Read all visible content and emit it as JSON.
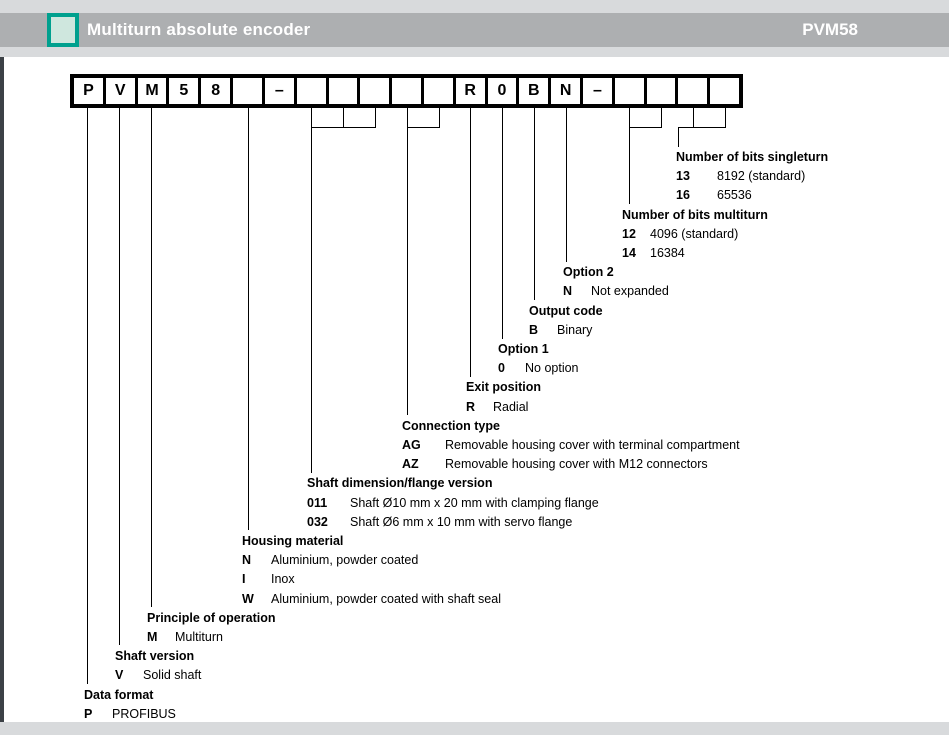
{
  "header": {
    "title": "Multiturn absolute encoder",
    "model": "PVM58",
    "icon": "teal-square-icon"
  },
  "colors": {
    "accent_teal": "#00a08e",
    "icon_fill": "#cfe7de",
    "header_bar": "#adafb1",
    "strip_gray": "#d8dadc",
    "edge_dark": "#3c4146"
  },
  "type_code": {
    "boxes": [
      "P",
      "V",
      "M",
      "5",
      "8",
      "",
      "–",
      "",
      "",
      "",
      "",
      "",
      "R",
      "0",
      "B",
      "N",
      "–",
      "",
      "",
      "",
      ""
    ]
  },
  "sections": [
    {
      "title": "Number of bits singleturn",
      "items": [
        {
          "code": "13",
          "desc": "8192 (standard)"
        },
        {
          "code": "16",
          "desc": "65536"
        }
      ]
    },
    {
      "title": "Number of bits multiturn",
      "items": [
        {
          "code": "12",
          "desc": "4096 (standard)"
        },
        {
          "code": "14",
          "desc": "16384"
        }
      ]
    },
    {
      "title": "Option 2",
      "items": [
        {
          "code": "N",
          "desc": "Not expanded"
        }
      ]
    },
    {
      "title": "Output code",
      "items": [
        {
          "code": "B",
          "desc": "Binary"
        }
      ]
    },
    {
      "title": "Option 1",
      "items": [
        {
          "code": "0",
          "desc": "No option"
        }
      ]
    },
    {
      "title": "Exit position",
      "items": [
        {
          "code": "R",
          "desc": "Radial"
        }
      ]
    },
    {
      "title": "Connection type",
      "items": [
        {
          "code": "AG",
          "desc": "Removable housing cover with terminal compartment"
        },
        {
          "code": "AZ",
          "desc": "Removable housing cover with M12 connectors"
        }
      ]
    },
    {
      "title": "Shaft dimension/flange version",
      "items": [
        {
          "code": "011",
          "desc": "Shaft Ø10 mm x 20 mm with clamping flange"
        },
        {
          "code": "032",
          "desc": "Shaft Ø6 mm x 10 mm with servo flange"
        }
      ]
    },
    {
      "title": "Housing material",
      "items": [
        {
          "code": "N",
          "desc": "Aluminium, powder coated"
        },
        {
          "code": "I",
          "desc": "Inox"
        },
        {
          "code": "W",
          "desc": "Aluminium, powder coated with shaft seal"
        }
      ]
    },
    {
      "title": "Principle of operation",
      "items": [
        {
          "code": "M",
          "desc": "Multiturn"
        }
      ]
    },
    {
      "title": "Shaft version",
      "items": [
        {
          "code": "V",
          "desc": "Solid shaft"
        }
      ]
    },
    {
      "title": "Data format",
      "items": [
        {
          "code": "P",
          "desc": "PROFIBUS"
        }
      ]
    }
  ]
}
